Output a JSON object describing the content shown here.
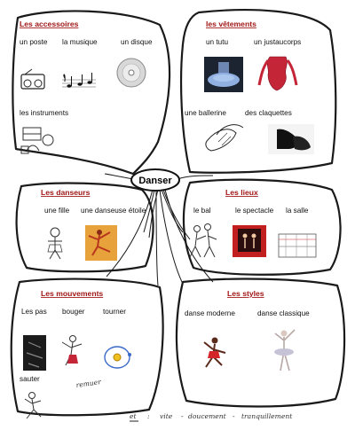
{
  "center": "Danser",
  "branches": {
    "accessoires": {
      "title": "Les accessoires",
      "items": [
        "un poste",
        "la musique",
        "un disque",
        "les instruments"
      ]
    },
    "vetements": {
      "title": "les vêtements",
      "items": [
        "un tutu",
        "un justaucorps",
        "une ballerine",
        "des claquettes"
      ]
    },
    "danseurs": {
      "title": "Les danseurs",
      "items": [
        "une fille",
        "une danseuse étoile"
      ]
    },
    "lieux": {
      "title": "Les lieux",
      "items": [
        "le bal",
        "le spectacle",
        "la salle"
      ]
    },
    "mouvements": {
      "title": "Les mouvements",
      "items": [
        "Les pas",
        "bouger",
        "tourner",
        "sauter"
      ],
      "handwritten": "remuer"
    },
    "styles": {
      "title": "Les styles",
      "items": [
        "danse moderne",
        "danse classique"
      ]
    }
  },
  "footer": {
    "et": "et",
    "colon": ":",
    "words": [
      "vite",
      "doucement",
      "tranquillement"
    ]
  }
}
